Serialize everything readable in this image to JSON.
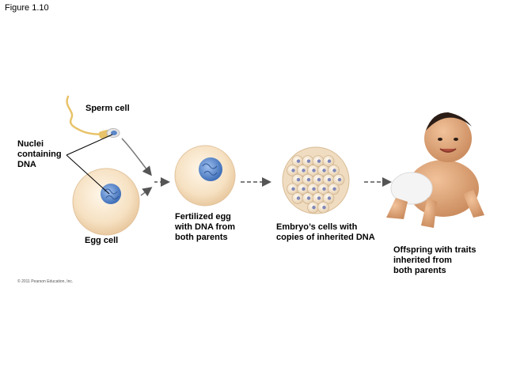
{
  "figure_label": "Figure 1.10",
  "labels": {
    "sperm_cell": "Sperm cell",
    "nuclei": "Nuclei\ncontaining\nDNA",
    "egg_cell": "Egg cell",
    "fertilized_egg": "Fertilized egg\nwith DNA from\nboth parents",
    "embryo": "Embryo’s cells with\ncopies of inherited DNA",
    "offspring": "Offspring with traits\ninherited from\nboth parents"
  },
  "copyright": "© 2011 Pearson Education, Inc.",
  "colors": {
    "cell_fill": "#f6e1c2",
    "nucleus": "#5b86c8",
    "sperm_tail": "#e8c36a",
    "arrow": "#555555"
  }
}
